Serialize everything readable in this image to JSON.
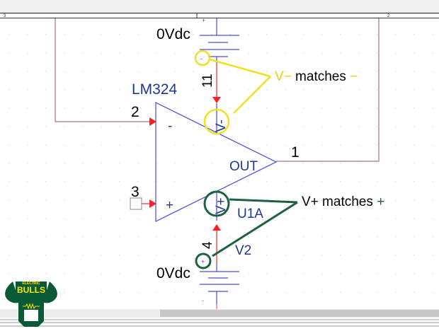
{
  "ruler": {
    "left_label": "3",
    "right_label": "2"
  },
  "top_source": {
    "value": "0Vdc",
    "plus": "+",
    "pin": "11"
  },
  "bottom_source": {
    "value": "0Vdc",
    "name": "V2",
    "minus": "-",
    "pin": "4"
  },
  "opamp": {
    "part": "LM324",
    "ref": "U1A",
    "out_label": "OUT",
    "minus_sign": "-",
    "plus_sign": "+",
    "pin_inv": "2",
    "pin_noninv": "3",
    "pin_out": "1",
    "vminus_label": "V-",
    "vplus_label": "V+"
  },
  "annotations": {
    "vminus": {
      "circle_small": "-",
      "text_a": "V−",
      "text_b": " matches ",
      "text_c": "−",
      "color": "#f0e020"
    },
    "vplus": {
      "circle_small": "+",
      "text_a": "V+ matches ",
      "text_c": "+",
      "color": "#1f6040"
    }
  },
  "logo": {
    "line1": "ELECTRIC",
    "line2": "BULLS",
    "color": "#0b5a36",
    "text_color": "#f5e600"
  },
  "colors": {
    "wire": "#b06a85",
    "part": "#4a4ae0",
    "pin": "#ff2020",
    "label": "#1f3a8a"
  }
}
